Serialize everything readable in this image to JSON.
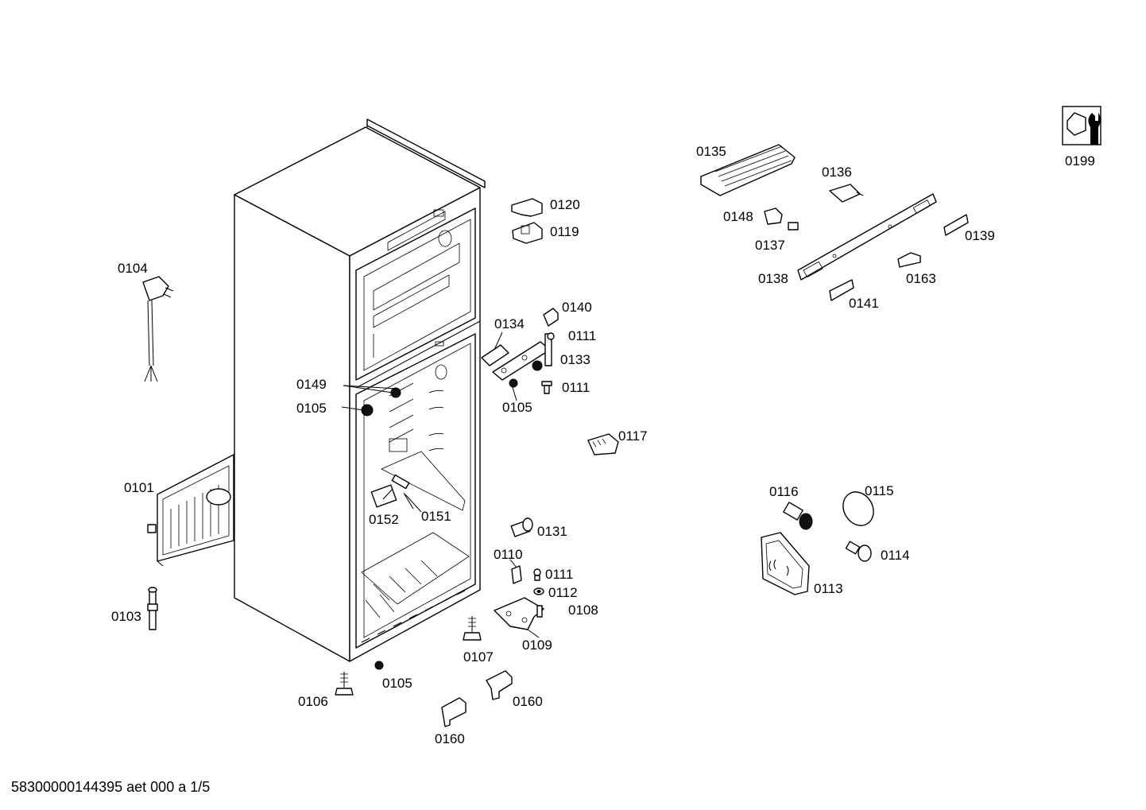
{
  "drawing_number": "58300000144395 aet 000 a 1/5",
  "parts": [
    {
      "id": "p0199",
      "label": "0199"
    },
    {
      "id": "p0135",
      "label": "0135"
    },
    {
      "id": "p0136",
      "label": "0136"
    },
    {
      "id": "p0148",
      "label": "0148"
    },
    {
      "id": "p0137",
      "label": "0137"
    },
    {
      "id": "p0139",
      "label": "0139"
    },
    {
      "id": "p0138",
      "label": "0138"
    },
    {
      "id": "p0163",
      "label": "0163"
    },
    {
      "id": "p0141",
      "label": "0141"
    },
    {
      "id": "p0120",
      "label": "0120"
    },
    {
      "id": "p0119",
      "label": "0119"
    },
    {
      "id": "p0104",
      "label": "0104"
    },
    {
      "id": "p0140",
      "label": "0140"
    },
    {
      "id": "p0134",
      "label": "0134"
    },
    {
      "id": "p0111a",
      "label": "0111"
    },
    {
      "id": "p0133",
      "label": "0133"
    },
    {
      "id": "p0111b",
      "label": "0111"
    },
    {
      "id": "p0149",
      "label": "0149"
    },
    {
      "id": "p0105a",
      "label": "0105"
    },
    {
      "id": "p0105b",
      "label": "0105"
    },
    {
      "id": "p0117",
      "label": "0117"
    },
    {
      "id": "p0101",
      "label": "0101"
    },
    {
      "id": "p0152",
      "label": "0152"
    },
    {
      "id": "p0151",
      "label": "0151"
    },
    {
      "id": "p0131",
      "label": "0131"
    },
    {
      "id": "p0110",
      "label": "0110"
    },
    {
      "id": "p0111c",
      "label": "0111"
    },
    {
      "id": "p0112",
      "label": "0112"
    },
    {
      "id": "p0108",
      "label": "0108"
    },
    {
      "id": "p0103",
      "label": "0103"
    },
    {
      "id": "p0109",
      "label": "0109"
    },
    {
      "id": "p0107",
      "label": "0107"
    },
    {
      "id": "p0105c",
      "label": "0105"
    },
    {
      "id": "p0106",
      "label": "0106"
    },
    {
      "id": "p0160a",
      "label": "0160"
    },
    {
      "id": "p0160b",
      "label": "0160"
    },
    {
      "id": "p0116",
      "label": "0116"
    },
    {
      "id": "p0115",
      "label": "0115"
    },
    {
      "id": "p0114",
      "label": "0114"
    },
    {
      "id": "p0113",
      "label": "0113"
    }
  ]
}
